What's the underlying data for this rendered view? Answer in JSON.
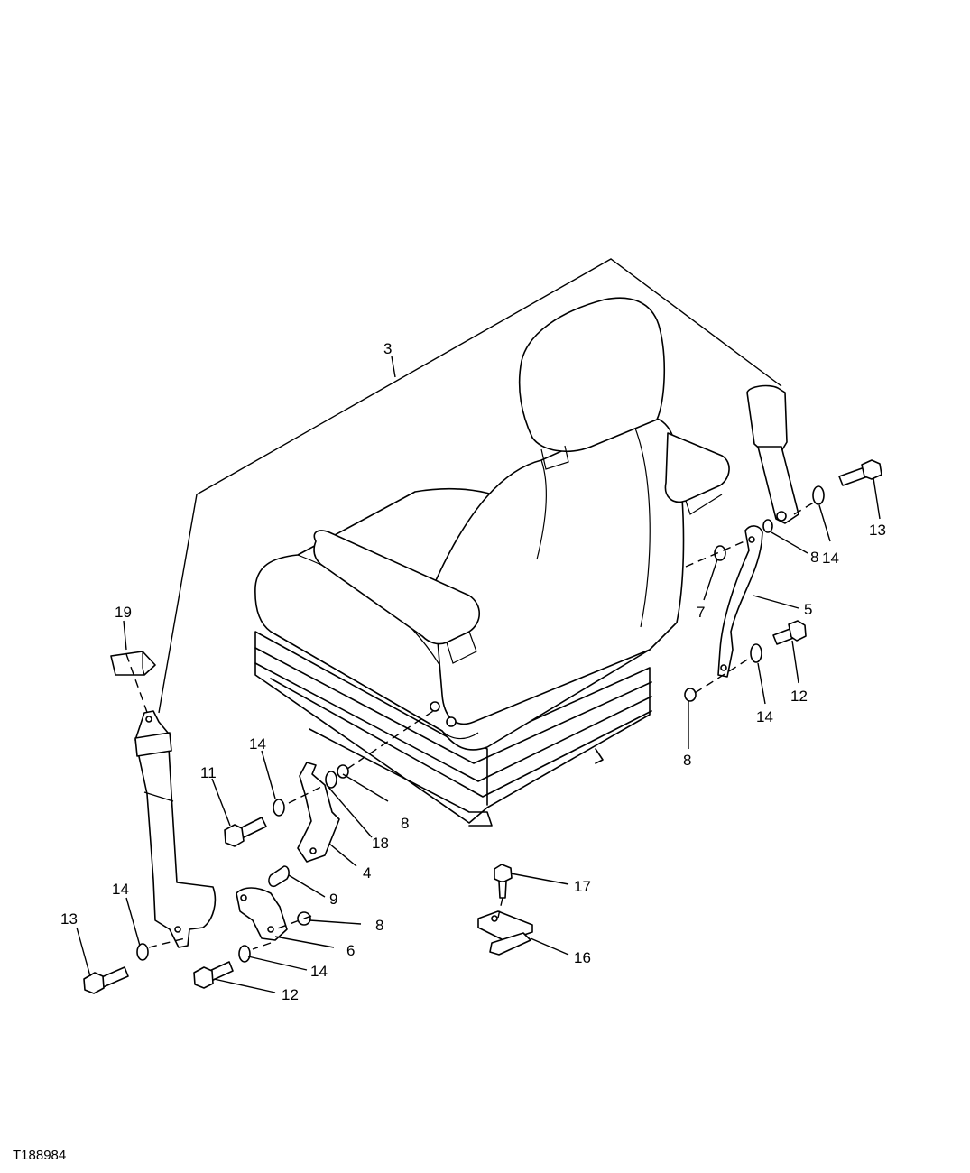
{
  "figure_id": "T188984",
  "callouts": {
    "c3": "3",
    "c4": "4",
    "c5": "5",
    "c6": "6",
    "c7": "7",
    "c8a": "8",
    "c8b": "8",
    "c8c": "8",
    "c8d": "8",
    "c9": "9",
    "c11": "11",
    "c12a": "12",
    "c12b": "12",
    "c13a": "13",
    "c13b": "13",
    "c14a": "14",
    "c14b": "14",
    "c14c": "14",
    "c14d": "14",
    "c14e": "14",
    "c16": "16",
    "c17": "17",
    "c18": "18",
    "c19": "19"
  }
}
